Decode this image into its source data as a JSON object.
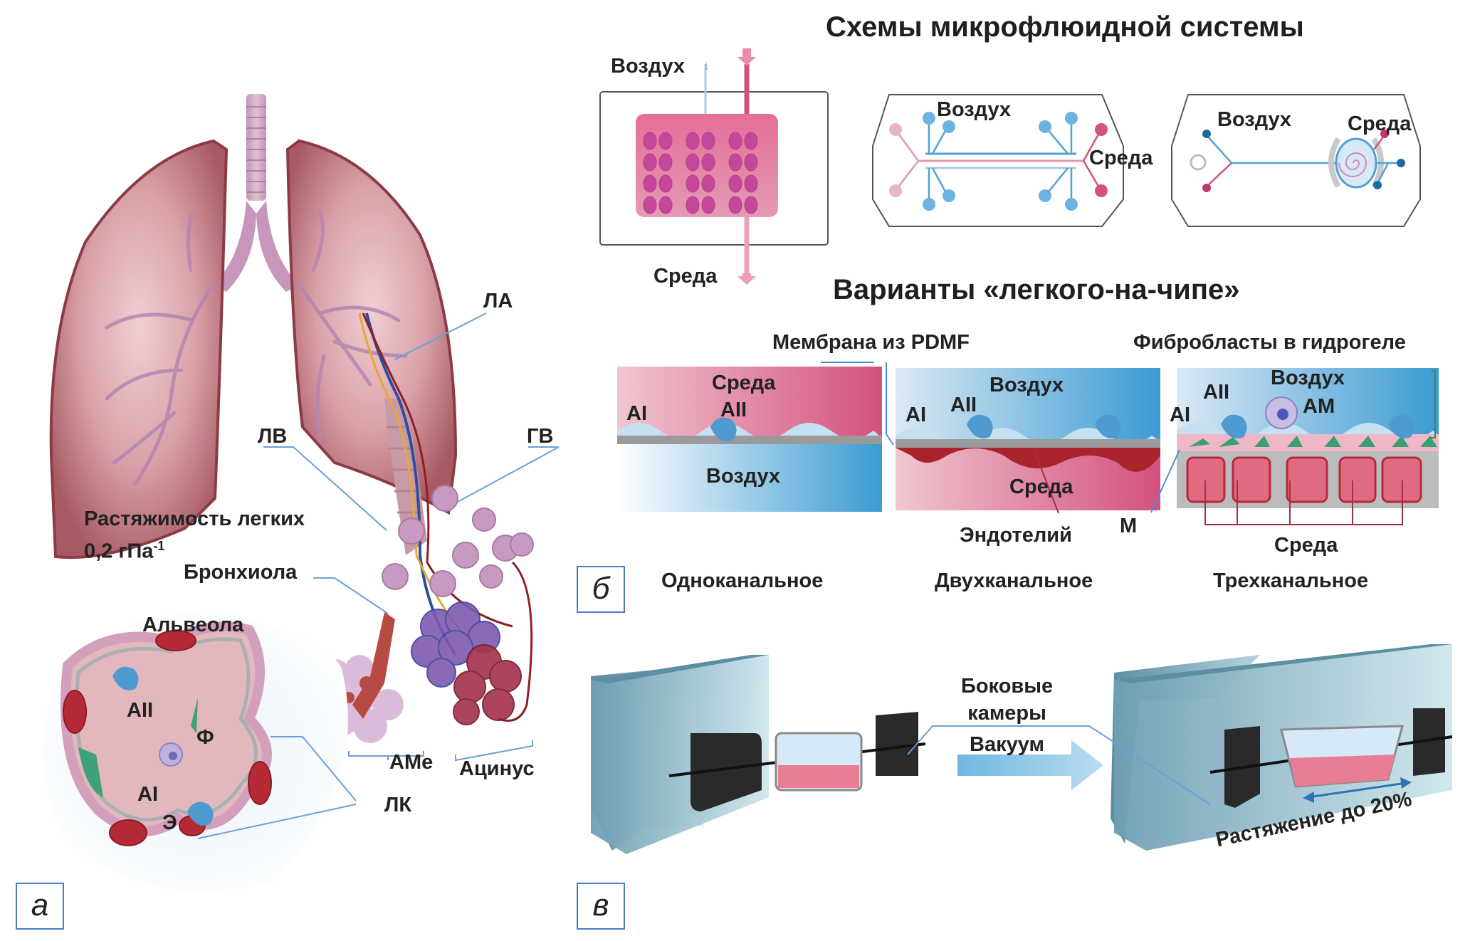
{
  "panel_a": {
    "tag": "а",
    "labels": {
      "la": "ЛА",
      "lv": "ЛВ",
      "gv": "ГВ",
      "compliance_line1": "Растяжимость легких",
      "compliance_line2": "0,2 гПа",
      "compliance_sup": "-1",
      "bronchiole": "Бронхиола",
      "alveolus": "Альвеола",
      "ame": "АМе",
      "acinus": "Ацинус",
      "lk": "ЛК",
      "aii": "AII",
      "ai": "AI",
      "f": "Ф",
      "e": "Э"
    }
  },
  "panel_b": {
    "tag": "б",
    "title_schemes": "Схемы микрофлюидной системы",
    "title_variants": "Варианты «легкого-на-чипе»",
    "schemes": [
      {
        "air": "Воздух",
        "medium": "Среда"
      },
      {
        "air": "Воздух",
        "medium": "Среда"
      },
      {
        "air": "Воздух",
        "medium": "Среда"
      }
    ],
    "membrane_label": "Мембрана из PDMF",
    "fibroblast_label": "Фибробласты в гидрогеле",
    "variants": [
      {
        "name": "Одноканальное",
        "top": "Среда",
        "bottom": "Воздух",
        "ai": "AI",
        "aii": "AII"
      },
      {
        "name": "Двухканальное",
        "top": "Воздух",
        "bottom": "Среда",
        "ai": "AI",
        "aii": "AII",
        "endothelium": "Эндотелий"
      },
      {
        "name": "Трехканальное",
        "top": "Воздух",
        "bottom": "Среда",
        "ai": "AI",
        "aii": "AII",
        "am": "АМ",
        "m": "М"
      }
    ]
  },
  "panel_c": {
    "tag": "в",
    "side_chambers_line1": "Боковые",
    "side_chambers_line2": "камеры",
    "vacuum": "Вакуум",
    "stretch": "Растяжение до 20%"
  },
  "colors": {
    "lung": "#b56a72",
    "lung_light": "#e2b0b5",
    "pink": "#d4507e",
    "blue": "#4da3d6",
    "tag_border": "#4a7cc9"
  }
}
